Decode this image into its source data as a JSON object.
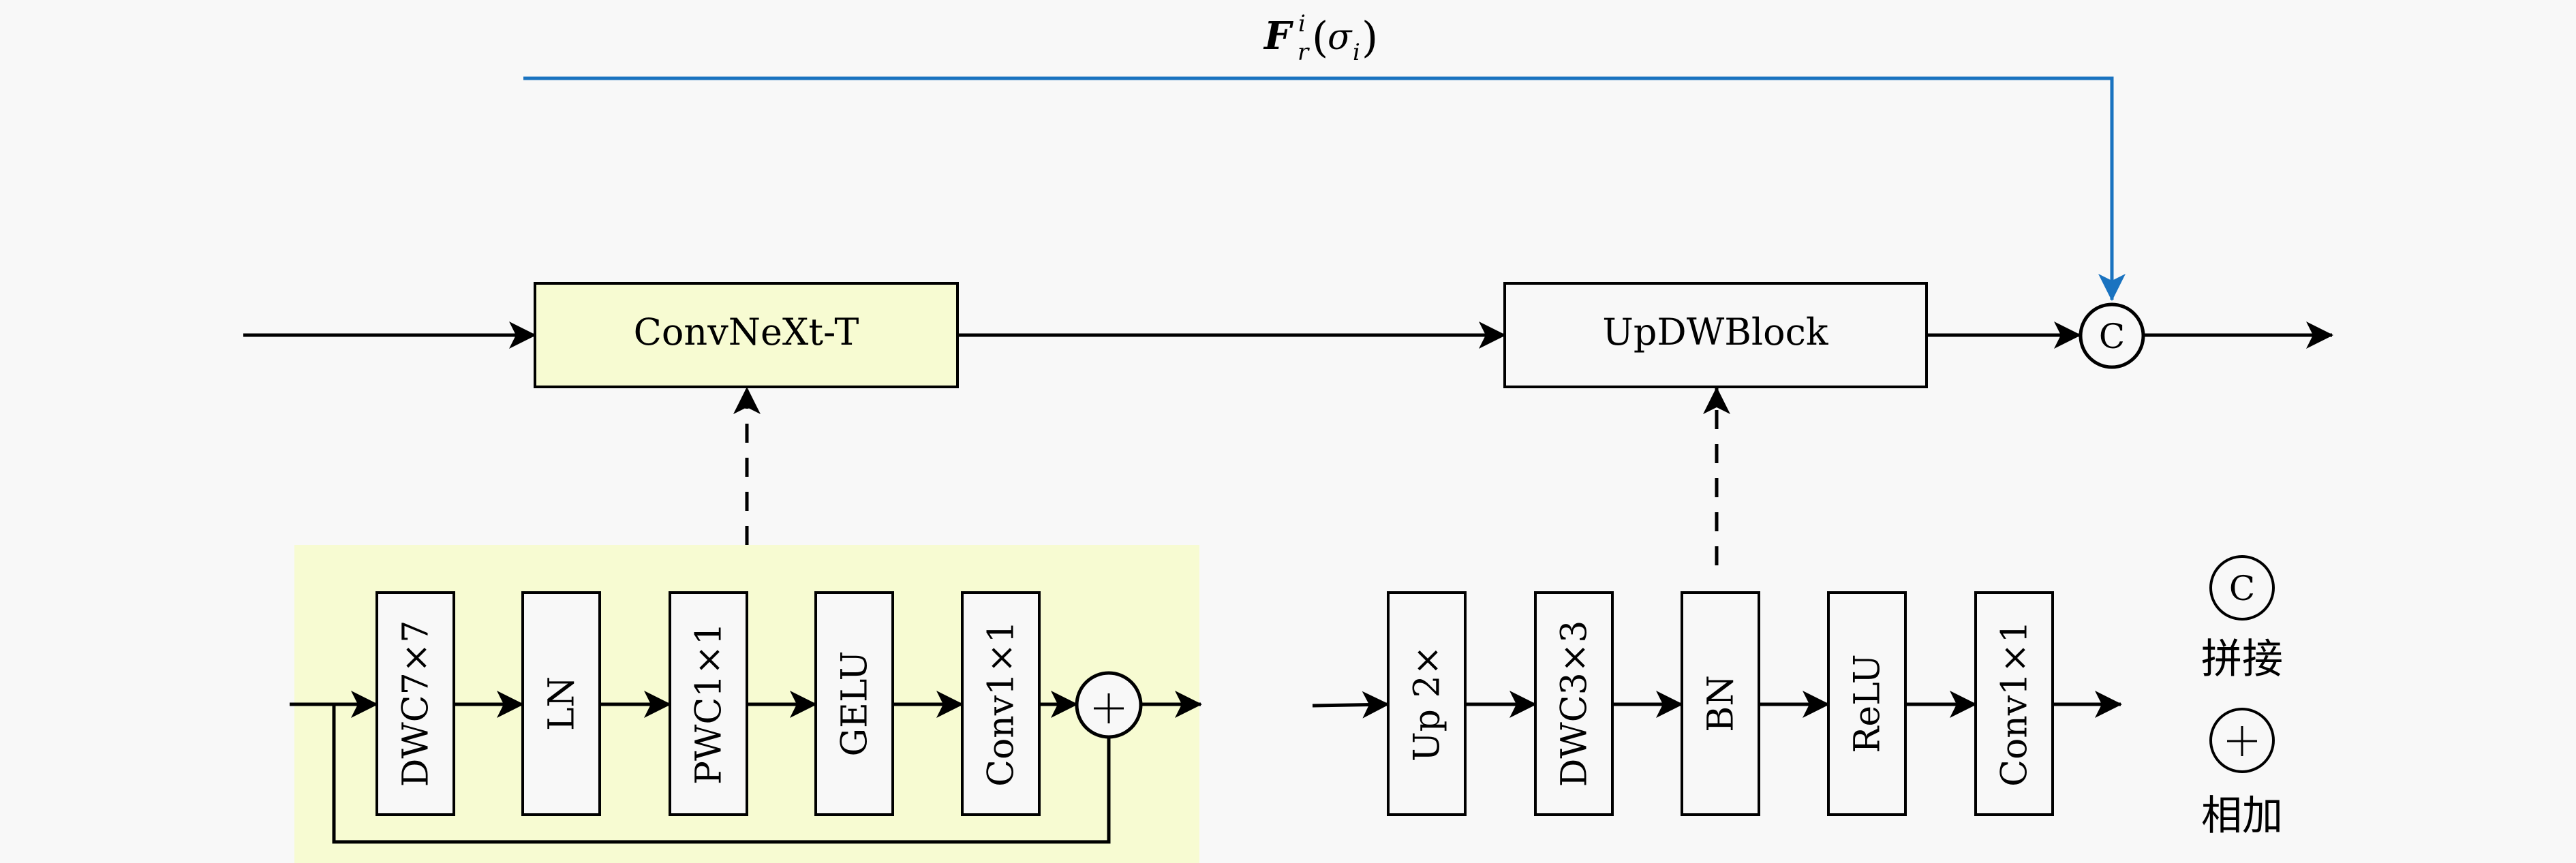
{
  "colors": {
    "background": "#f8f8f8",
    "highlight_fill": "#f7fbd2",
    "skip_line": "#1a73c0",
    "stroke": "#000000"
  },
  "formula": {
    "base": "F",
    "sup": "i",
    "sub": "r",
    "arg": "σ",
    "arg_sub": "i",
    "open": "(",
    "close": ")"
  },
  "main_blocks": {
    "encoder": "ConvNeXt-T",
    "decoder": "UpDWBlock",
    "concat_symbol": "C"
  },
  "convnext_detail": {
    "layers": [
      "DWC7×7",
      "LN",
      "PWC1×1",
      "GELU",
      "Conv1×1"
    ],
    "add_symbol": "+"
  },
  "updw_detail": {
    "layers": [
      "Up 2×",
      "DWC3×3",
      "BN",
      "ReLU",
      "Conv1×1"
    ]
  },
  "legend": [
    {
      "symbol": "C",
      "label": "拼接"
    },
    {
      "symbol": "+",
      "label": "相加"
    }
  ]
}
